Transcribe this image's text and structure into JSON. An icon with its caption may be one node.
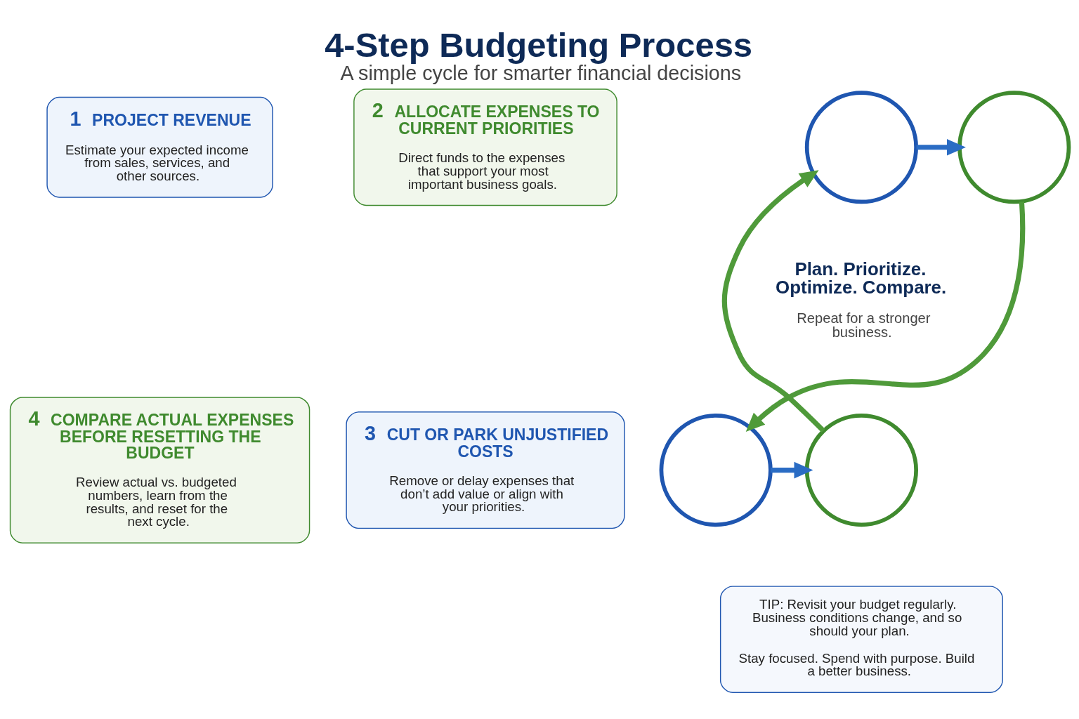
{
  "diagram": {
    "title": "4-Step Budgeting Process",
    "caption": "A simple cycle for smarter financial decisions",
    "nodes": [
      {
        "text": [
          "1",
          "PROJECT REVENUE",
          "Estimate your expected income from sales, services, and other sources."
        ]
      },
      {
        "text": [
          "2",
          "ALLOCATE EXPENSES TO CURRENT PRIORITIES",
          "Direct funds to the expenses that support your most important business goals."
        ]
      },
      {
        "text": [
          "3",
          "CUT OR PARK UNJUSTIFIED COSTS",
          "Remove or delay expenses that don’t add value or align with your priorities."
        ]
      },
      {
        "text": [
          "4",
          "COMPARE ACTUAL EXPENSES BEFORE RESETTING THE BUDGET",
          "Review actual vs. budgeted numbers, learn from the results, and reset for the next cycle."
        ]
      },
      {
        "text": [],
        "shape": "circle"
      },
      {
        "text": [],
        "shape": "circle"
      },
      {
        "text": [],
        "shape": "circle"
      },
      {
        "text": [],
        "shape": "circle"
      },
      {
        "text": [
          "Plan. Prioritize. Optimize. Compare.",
          "Repeat for a stronger business."
        ]
      },
      {
        "text": [
          "TIP: Revisit your budget regularly. Business conditions change, and so should your plan.",
          "Stay focused. Spend with purpose. Build a better business."
        ]
      }
    ],
    "edges": [
      {
        "from": 4,
        "to": 5,
        "arrow": "to",
        "color": "#2a6cc4"
      },
      {
        "from": 5,
        "to": 6,
        "arrow": "to",
        "color": "#4f9a3a"
      },
      {
        "from": 6,
        "to": 7,
        "arrow": "to",
        "color": "#2a6cc4"
      },
      {
        "from": 7,
        "to": 4,
        "arrow": "to",
        "color": "#4f9a3a"
      }
    ]
  }
}
